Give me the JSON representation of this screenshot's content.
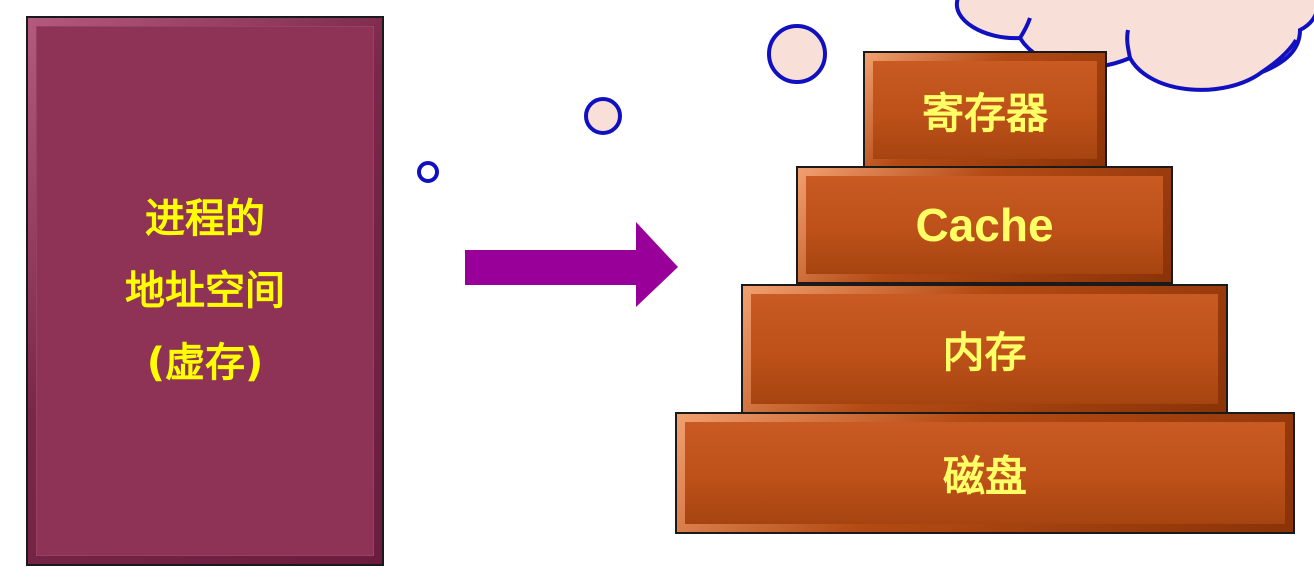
{
  "address_space": {
    "line1": "进程的",
    "line2": "地址空间",
    "line3": "(虚存)"
  },
  "hierarchy": {
    "levels": [
      "寄存器",
      "Cache",
      "内存",
      "磁盘"
    ]
  },
  "colors": {
    "panel": "#8e3356",
    "level": "#bd5119",
    "text": "#ffff00",
    "arrow": "#990099",
    "bubble_stroke": "#1010c0",
    "bubble_fill": "#f8e0d8"
  }
}
